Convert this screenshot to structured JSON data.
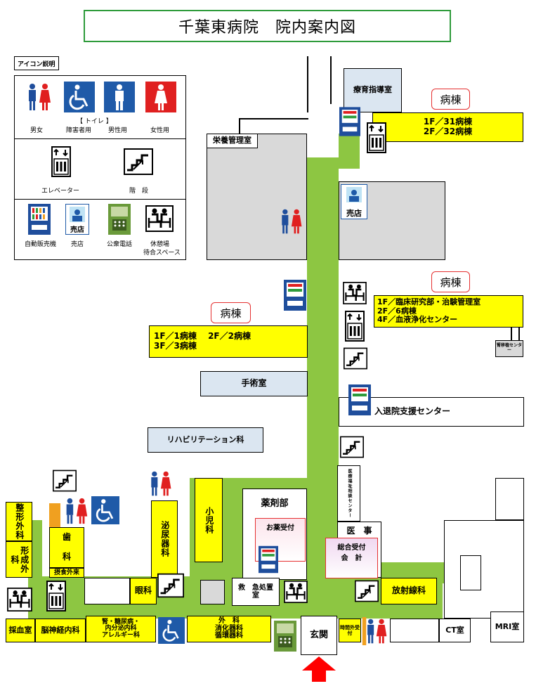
{
  "title": "千葉東病院　院内案内図",
  "legend": {
    "header": "アイコン説明",
    "toilet_caption": "【 トイレ 】",
    "toilet_mixed": "男女",
    "toilet_accessible": "障害者用",
    "toilet_men": "男性用",
    "toilet_women": "女性用",
    "elevator": "エレベーター",
    "stairs": "階　段",
    "vending": "自動販売機",
    "shop": "売店",
    "phone": "公衆電話",
    "rest_line1": "休憩場",
    "rest_line2": "待合スペース",
    "shop_sign": "売店"
  },
  "rooms": {
    "ryoiku": "療育指導室",
    "eiyo": "栄養管理室",
    "baiten": "売店",
    "ward_top_tag": "病棟",
    "ward_top_line1": "1F／31病棟",
    "ward_top_line2": "2F／32病棟",
    "ward_mid_tag": "病棟",
    "ward_mid_line1": "1F／臨床研究部・治験管理室",
    "ward_mid_line2": "2F／6病棟",
    "ward_mid_line3": "4F／血液浄化センター",
    "jinzo": "腎移植センター",
    "ward_left_tag": "病棟",
    "ward_left_line1": "1F／1病棟　 2F／2病棟",
    "ward_left_line2": "3F／3病棟",
    "shujutsu": "手術室",
    "nyutaiin": "入退院支援センター",
    "riha": "リハビリテーション科",
    "hinyoki": "泌尿器科",
    "shoni": "小児科",
    "yakuzai": "薬剤部",
    "okusuri": "お薬受付",
    "iryo_soudan": "医療福祉相談センター",
    "iji": "医　事",
    "sogo_line1": "総合受付",
    "sogo_line2": "会　計",
    "seikei": "整形外科",
    "keisei": "形成外科",
    "shika_top": "歯",
    "shika_bottom": "科",
    "sesshoku": "摂食外来",
    "ganka": "眼科",
    "kyukyu": "救　急処置室",
    "hoshasen": "放射線科",
    "saiketsu": "採血室",
    "noshinkei": "脳神経内科",
    "jin_line1": "腎・糖尿病・",
    "jin_line2": "内分泌内科",
    "jin_line3": "アレルギー科",
    "geka_line1": "外　科",
    "geka_line2": "消化器科",
    "geka_line3": "循環器科",
    "genkan": "玄関",
    "jikangai": "時間外受付",
    "ct": "CT室",
    "mri": "MRI室"
  },
  "colors": {
    "corridor": "#8dc642",
    "ward": "#ffff00",
    "dept": "#dbe6f1",
    "tag_border": "#e53030",
    "entrance_arrow": "#ff0000"
  }
}
